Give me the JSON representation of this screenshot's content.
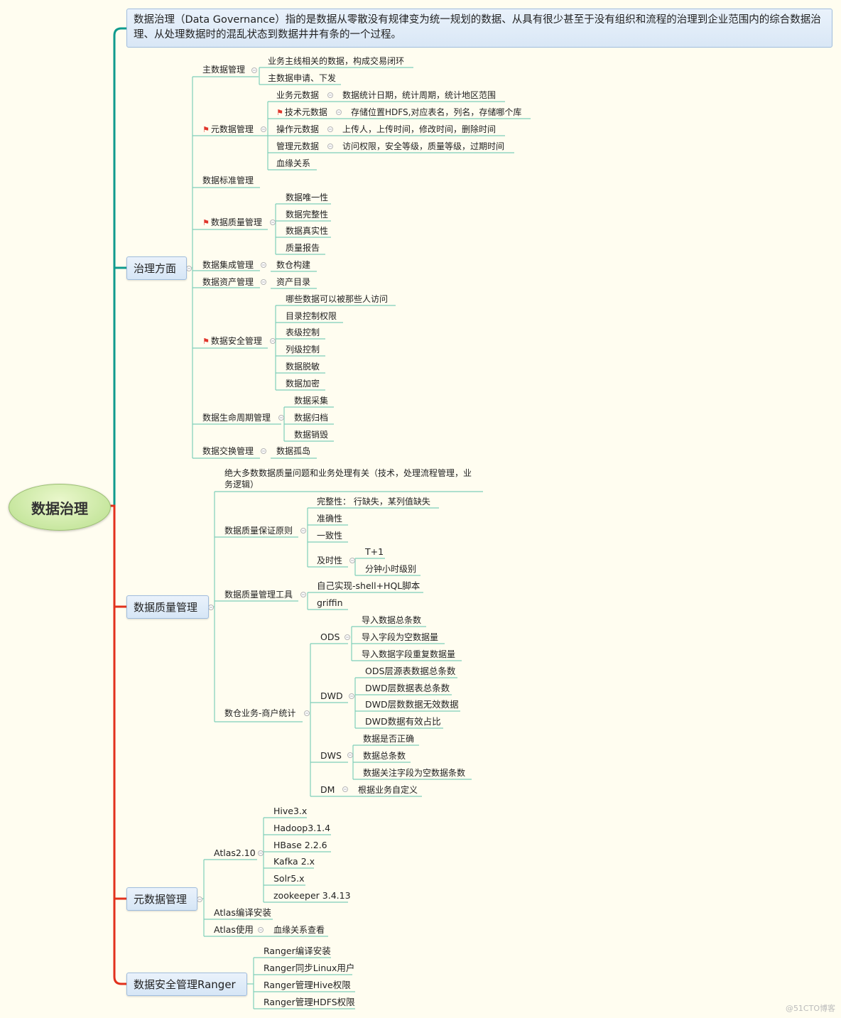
{
  "root": "数据治理",
  "description": "数据治理（Data Governance）指的是数据从零散没有规律变为统一规划的数据、从具有很少甚至于没有组织和流程的治理到企业范围内的综合数据治理、从处理数据时的混乱状态到数据井井有条的一个过程。",
  "branches": [
    {
      "label": "治理方面",
      "color": "#0f9b8e"
    },
    {
      "label": "数据质量管理",
      "color": "#e2311d"
    },
    {
      "label": "元数据管理",
      "color": "#e2311d"
    },
    {
      "label": "数据安全管理Ranger",
      "color": "#e2311d"
    }
  ],
  "governance": {
    "master": {
      "label": "主数据管理",
      "items": [
        "业务主线相关的数据，构成交易闭环",
        "主数据申请、下发"
      ]
    },
    "metadata": {
      "label": "元数据管理",
      "items": [
        {
          "label": "业务元数据",
          "detail": "数据统计日期，统计周期，统计地区范围"
        },
        {
          "label": "技术元数据",
          "detail": "存储位置HDFS,对应表名，列名，存储哪个库"
        },
        {
          "label": "操作元数据",
          "detail": "上传人，上传时间，修改时间，删除时间"
        },
        {
          "label": "管理元数据",
          "detail": "访问权限，安全等级，质量等级，过期时间"
        },
        {
          "label": "血缘关系",
          "detail": ""
        }
      ]
    },
    "standard": "数据标准管理",
    "quality": {
      "label": "数据质量管理",
      "items": [
        "数据唯一性",
        "数据完整性",
        "数据真实性",
        "质量报告"
      ]
    },
    "integration": {
      "label": "数据集成管理",
      "item": "数仓构建"
    },
    "asset": {
      "label": "数据资产管理",
      "item": "资产目录"
    },
    "security": {
      "label": "数据安全管理",
      "items": [
        "哪些数据可以被那些人访问",
        "目录控制权限",
        "表级控制",
        "列级控制",
        "数据脱敏",
        "数据加密"
      ]
    },
    "lifecycle": {
      "label": "数据生命周期管理",
      "items": [
        "数据采集",
        "数据归档",
        "数据销毁"
      ]
    },
    "exchange": {
      "label": "数据交换管理",
      "item": "数据孤岛"
    }
  },
  "dq": {
    "note_line1": "绝大多数数据质量问题和业务处理有关（技术，处理流程管理，业",
    "note_line2": "务逻辑）",
    "principle": {
      "label": "数据质量保证原则",
      "completeness": "完整性：  行缺失，某列值缺失",
      "accuracy": "准确性",
      "consistency": "一致性",
      "timeliness": "及时性",
      "timeliness_items": [
        "T+1",
        "分钟小时级别"
      ]
    },
    "tools": {
      "label": "数据质量管理工具",
      "items": [
        "自己实现-shell+HQL脚本",
        "griffin"
      ]
    },
    "warehouse": {
      "label": "数仓业务-商户统计",
      "ods": {
        "label": "ODS",
        "items": [
          "导入数据总条数",
          "导入字段为空数据量",
          "导入数据字段重复数据量"
        ]
      },
      "dwd": {
        "label": "DWD",
        "items": [
          "ODS层源表数据总条数",
          "DWD层数据表总条数",
          "DWD层数数据无效数据",
          "DWD数据有效占比"
        ]
      },
      "dws": {
        "label": "DWS",
        "items": [
          "数据是否正确",
          "数据总条数",
          "数据关注字段为空数据条数"
        ]
      },
      "dm": {
        "label": "DM",
        "item": "根据业务自定义"
      }
    }
  },
  "meta": {
    "atlas": {
      "label": "Atlas2.10",
      "items": [
        "Hive3.x",
        "Hadoop3.1.4",
        "HBase 2.2.6",
        "Kafka 2.x",
        "Solr5.x",
        "zookeeper 3.4.13"
      ]
    },
    "compile": "Atlas编译安装",
    "use": {
      "label": "Atlas使用",
      "item": "血缘关系查看"
    }
  },
  "ranger": {
    "items": [
      "Ranger编译安装",
      "Ranger同步Linux用户",
      "Ranger管理Hive权限",
      "Ranger管理HDFS权限"
    ]
  },
  "watermark": "@51CTO博客"
}
